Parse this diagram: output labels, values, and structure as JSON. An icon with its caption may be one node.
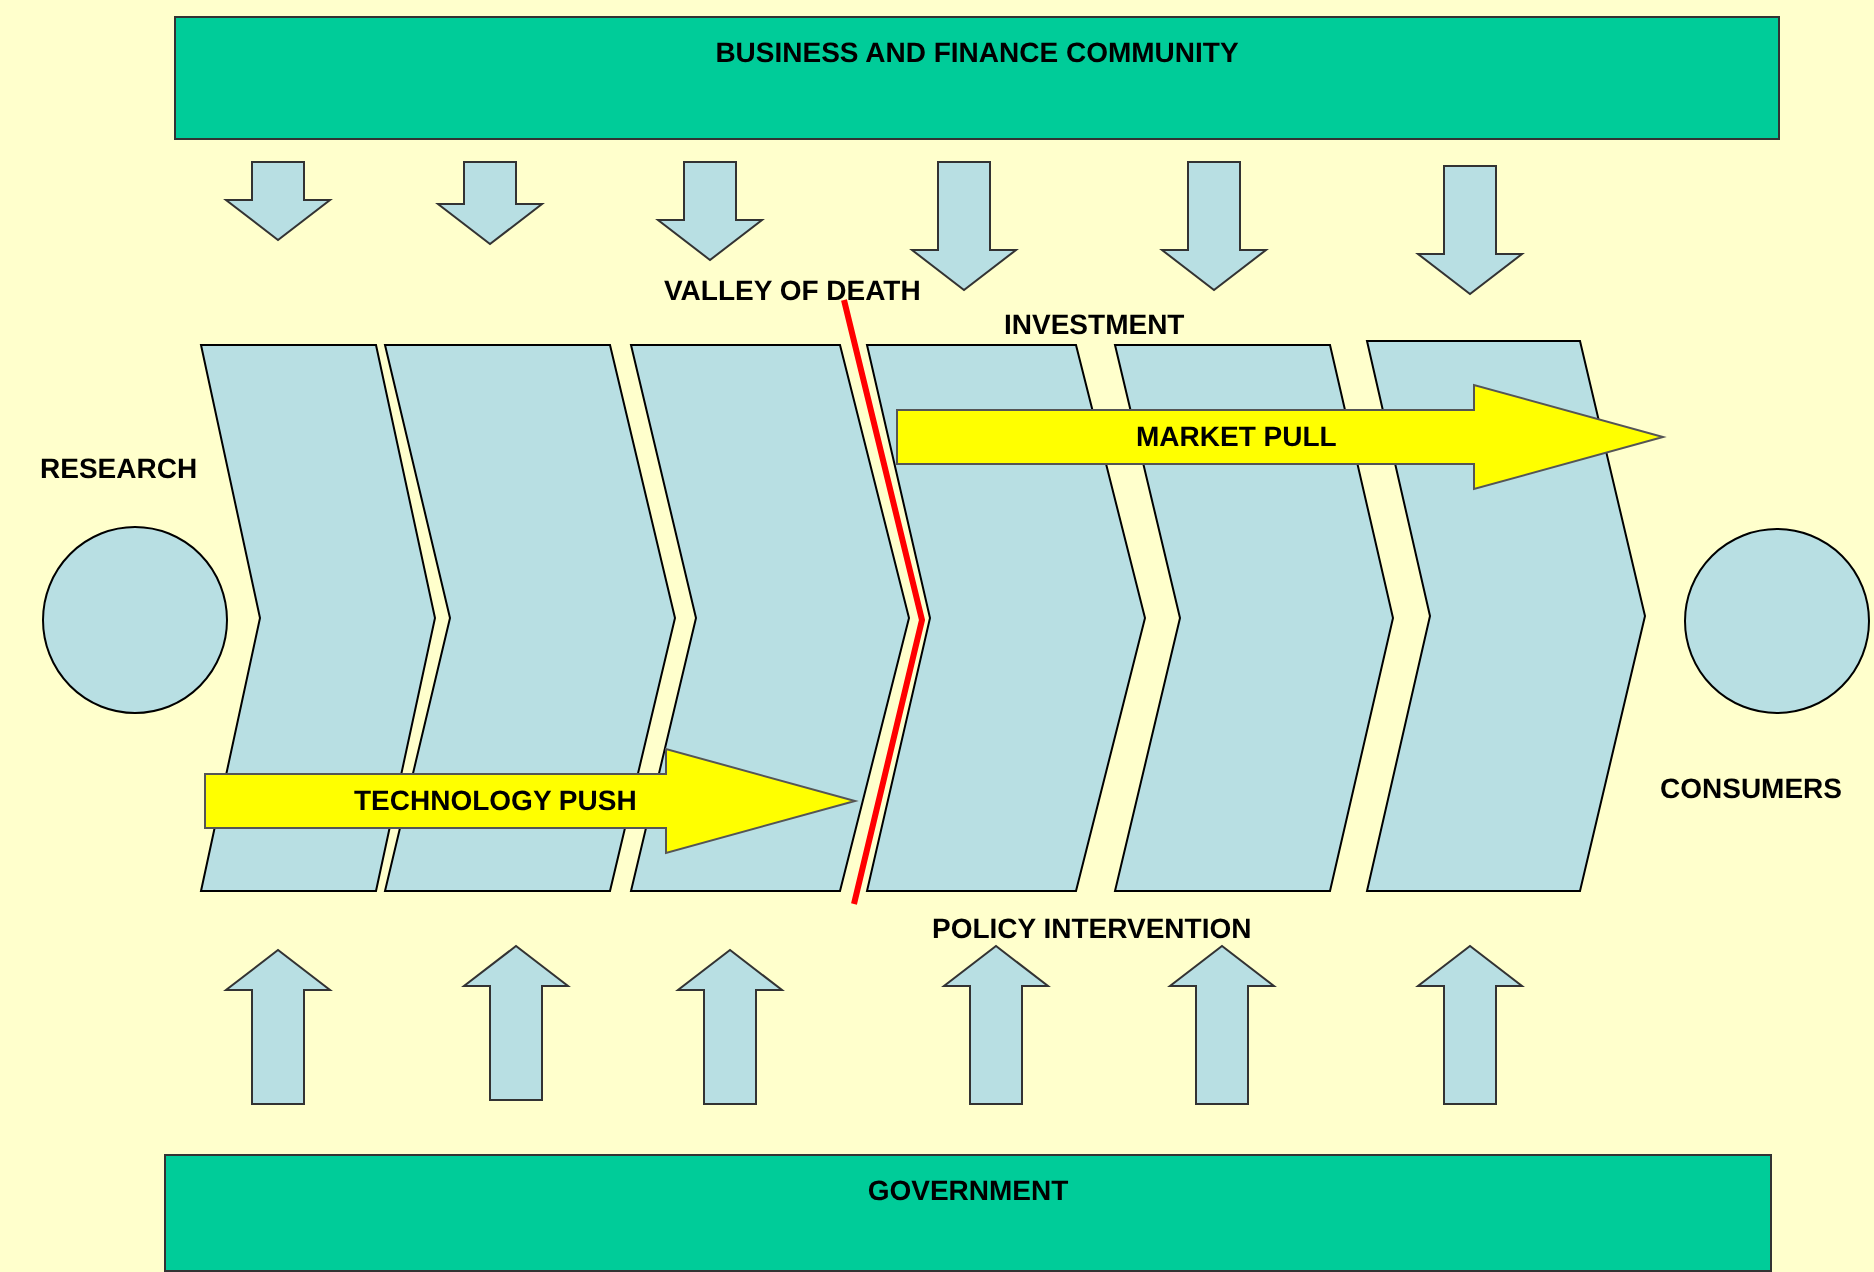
{
  "diagram": {
    "nodes": [
      {
        "text": [
          "BUSINESS AND FINANCE COMMUNITY"
        ]
      },
      {
        "text": [],
        "shape": "circle"
      },
      {
        "text": [],
        "shape": "chevron"
      },
      {
        "text": [],
        "shape": "chevron"
      },
      {
        "text": [],
        "shape": "chevron"
      },
      {
        "text": [],
        "shape": "chevron"
      },
      {
        "text": [],
        "shape": "chevron"
      },
      {
        "text": [],
        "shape": "chevron"
      },
      {
        "text": [
          "MARKET PULL"
        ]
      },
      {
        "text": [
          "TECHNOLOGY PUSH"
        ]
      },
      {
        "text": [],
        "shape": "circle"
      },
      {
        "text": [
          "GOVERNMENT"
        ]
      }
    ],
    "edges": [
      {
        "from": 0,
        "to": 2,
        "arrow": "to"
      },
      {
        "from": 0,
        "to": 3,
        "arrow": "to"
      },
      {
        "from": 0,
        "to": 4,
        "arrow": "to"
      },
      {
        "from": 0,
        "to": 5,
        "arrow": "to"
      },
      {
        "from": 0,
        "to": 6,
        "arrow": "to"
      },
      {
        "from": 0,
        "to": 7,
        "arrow": "to"
      },
      {
        "from": 11,
        "to": 2,
        "arrow": "to"
      },
      {
        "from": 11,
        "to": 3,
        "arrow": "to"
      },
      {
        "from": 11,
        "to": 4,
        "arrow": "to"
      },
      {
        "from": 11,
        "to": 5,
        "arrow": "to"
      },
      {
        "from": 11,
        "to": 6,
        "arrow": "to"
      },
      {
        "from": 11,
        "to": 7,
        "arrow": "to"
      }
    ],
    "labels": [
      "VALLEY OF DEATH",
      "INVESTMENT",
      "RESEARCH",
      "CONSUMERS",
      "POLICY INTERVENTION"
    ]
  }
}
